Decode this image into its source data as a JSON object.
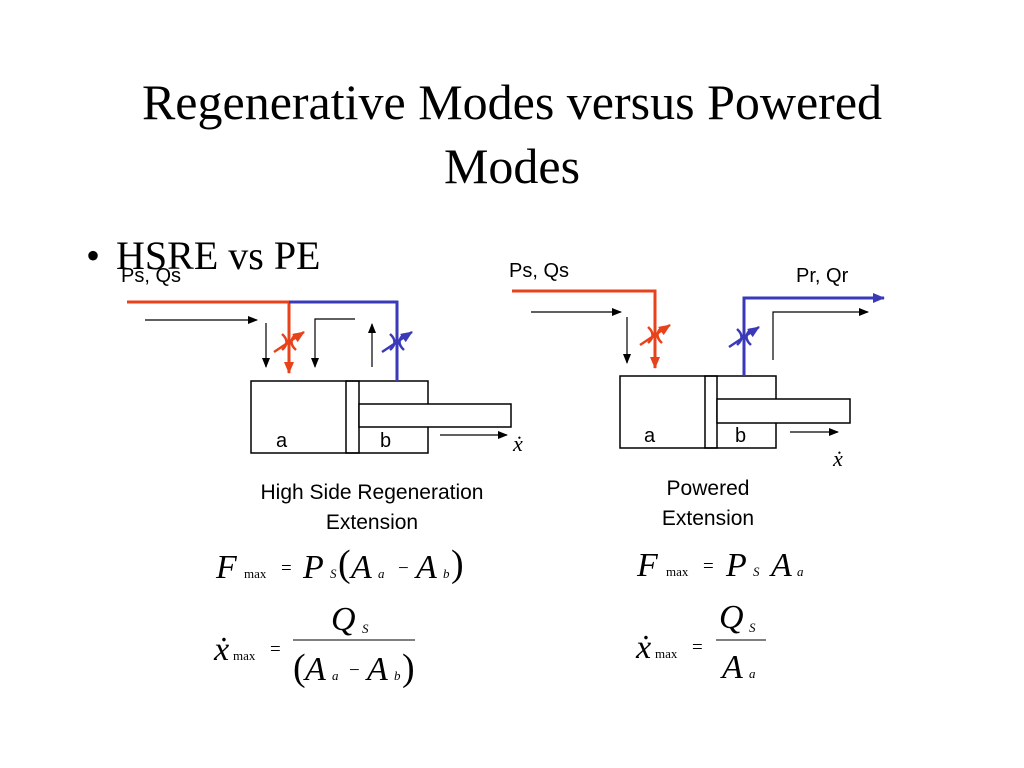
{
  "slide": {
    "title_line1": "Regenerative Modes versus Powered",
    "title_line2": "Modes",
    "bullet": "HSRE vs PE"
  },
  "left_diagram": {
    "supply_label": "Ps, Qs",
    "chamber_a": "a",
    "chamber_b": "b",
    "velocity_symbol": "ẋ",
    "caption_line1": "High Side Regeneration",
    "caption_line2": "Extension",
    "force_eq": {
      "lhs": "F",
      "lhs_sub": "max",
      "eq": "=",
      "P": "P",
      "P_sub": "S",
      "lparen": "(",
      "A1": "A",
      "A1_sub": "a",
      "minus": "−",
      "A2": "A",
      "A2_sub": "b",
      "rparen": ")"
    },
    "vel_eq": {
      "lhs": "ẋ",
      "lhs_sub": "max",
      "eq": "=",
      "num": "Q",
      "num_sub": "S",
      "lparen": "(",
      "A1": "A",
      "A1_sub": "a",
      "minus": "−",
      "A2": "A",
      "A2_sub": "b",
      "rparen": ")"
    }
  },
  "right_diagram": {
    "supply_label": "Ps, Qs",
    "return_label": "Pr, Qr",
    "chamber_a": "a",
    "chamber_b": "b",
    "velocity_symbol": "ẋ",
    "caption_line1": "Powered",
    "caption_line2": "Extension",
    "force_eq": {
      "lhs": "F",
      "lhs_sub": "max",
      "eq": "=",
      "P": "P",
      "P_sub": "S",
      "A": "A",
      "A_sub": "a"
    },
    "vel_eq": {
      "lhs": "ẋ",
      "lhs_sub": "max",
      "eq": "=",
      "num": "Q",
      "num_sub": "S",
      "den": "A",
      "den_sub": "a"
    }
  },
  "colors": {
    "supply_line": "#e8421b",
    "return_line": "#3a3ab8",
    "ink": "#000000"
  }
}
